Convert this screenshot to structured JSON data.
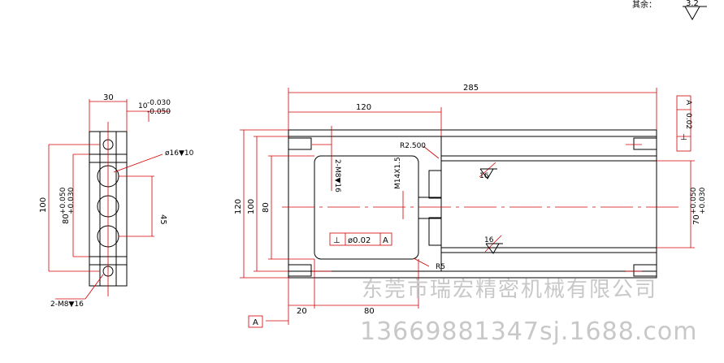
{
  "header": {
    "remaining_label": "其余：",
    "roughness_value": "3.2"
  },
  "side_view": {
    "width_dim": "30",
    "tol_base": "10",
    "tol_upper": "-0.030",
    "tol_lower": "-0.050",
    "hole_callout": "ø16▼10",
    "height_dim": "100",
    "inner_dim": "80",
    "inner_tol_upper": "+0.050",
    "inner_tol_lower": "+0.030",
    "pitch_dim": "45",
    "thread_callout": "2-M8▼16"
  },
  "main_view": {
    "total_length": "285",
    "length_120": "120",
    "radius_callout": "R2.500",
    "height_120": "120",
    "height_100": "100",
    "height_80": "80",
    "thread_vertical": "2-M8▼16",
    "thread_m14": "M14X1.5",
    "roughness_1": "16",
    "roughness_2": "16",
    "radius_r5": "R5",
    "height_70": "70",
    "height_70_upper": "+0.050",
    "height_70_lower": "+0.030",
    "gdt_perp": {
      "symbol": "⊥",
      "tolerance": "0.02",
      "datum": "A"
    },
    "gdt_flat": {
      "symbol": "⊥",
      "tolerance": "ø0.02",
      "datum": "A"
    },
    "dim_20": "20",
    "dim_80": "80",
    "datum_label": "A"
  },
  "watermark": {
    "company": "东莞市瑞宏精密机械有限公司",
    "contact": "13669881347sj.1688.com"
  },
  "colors": {
    "outline": "#000000",
    "dimension": "#d40000",
    "watermark": "#c8c8c8"
  }
}
